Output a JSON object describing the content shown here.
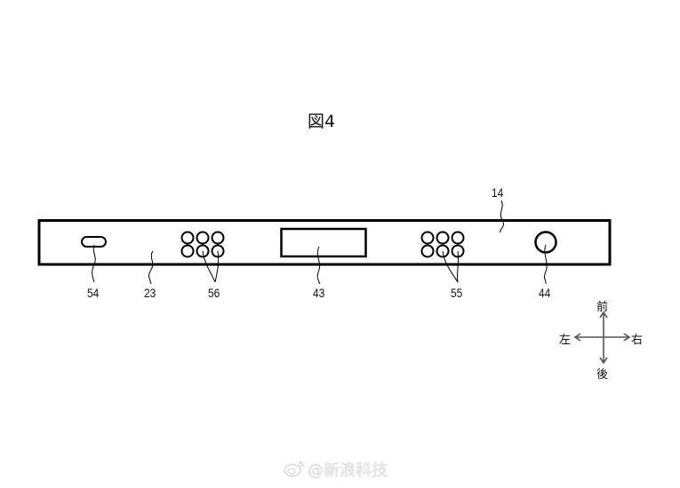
{
  "figure": {
    "title": "図4",
    "colors": {
      "line": "#000000",
      "background": "#ffffff",
      "watermark": "#e6e6e6"
    }
  },
  "panel": {
    "label": "14",
    "surface_label": "23"
  },
  "components": [
    {
      "id": "slot",
      "label": "54",
      "shape": "rounded-slot"
    },
    {
      "id": "left-buttons",
      "label": "56",
      "shape": "button-grid-2x3"
    },
    {
      "id": "display",
      "label": "43",
      "shape": "rectangle"
    },
    {
      "id": "right-buttons",
      "label": "55",
      "shape": "button-grid-2x3"
    },
    {
      "id": "knob",
      "label": "44",
      "shape": "circle"
    }
  ],
  "direction_indicator": {
    "front": "前",
    "back": "後",
    "left": "左",
    "right": "右"
  },
  "watermark": {
    "text": "@新浪科技",
    "icon": "weibo-icon"
  }
}
